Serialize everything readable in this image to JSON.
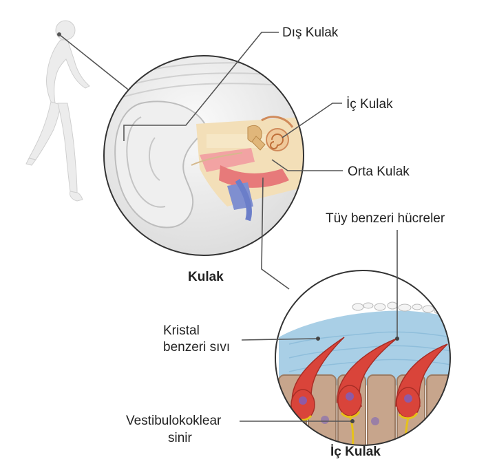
{
  "labels": {
    "outer_ear": "Dış Kulak",
    "inner_ear": "İç Kulak",
    "middle_ear": "Orta Kulak",
    "hair_cells": "Tüy benzeri hücreler",
    "ear_caption": "Kulak",
    "crystal_fluid_line1": "Kristal",
    "crystal_fluid_line2": "benzeri sıvı",
    "nerve_line1": "Vestibulokoklear",
    "nerve_line2": "sinir",
    "inner_ear_caption": "İç Kulak"
  },
  "colors": {
    "leader_line": "#555555",
    "skin": "#e9e9e9",
    "fluid": "#a9cfe6",
    "hair_cell": "#d9443a",
    "supporting_cell": "#c7a58c",
    "nerve": "#e6c21a",
    "nucleus": "#8e5aa6"
  }
}
